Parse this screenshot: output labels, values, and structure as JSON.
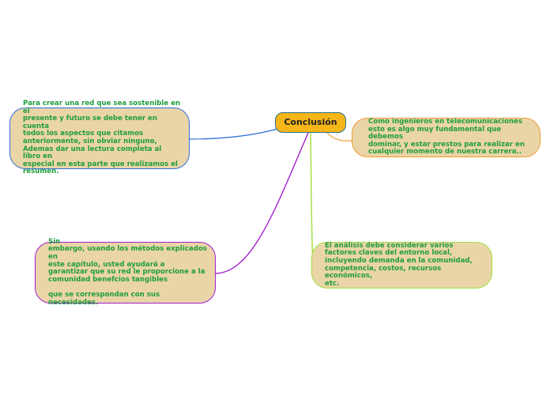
{
  "central": {
    "label": "Conclusión",
    "fill": "#f5b618",
    "border": "#2c6e8f"
  },
  "branches": [
    {
      "id": "left",
      "color": "#2f6fd8",
      "text": "Para crear una red que sea sostenible en el\npresente y futuro se debe tener en cuenta\ntodos los aspectos que citamos\nanteriormente, sin obviar ninguno,\nAdemas dar una lectura completa al libro en\nespecial en esta parte que realizamos el\nresumen."
    },
    {
      "id": "right",
      "color": "#f29a32",
      "text": "Como ingenieros en telecomunicaciones\nesto es algo muy fundamental que debemos\ndominar, y estar prestos para realizar en\ncualquier momento de nuestra carrera.."
    },
    {
      "id": "bottom-left",
      "color": "#a21fcf",
      "text": "Sin\nembargo, usando los métodos explicados en\neste capítulo, usted ayudará a\ngarantizar que su red le proporcione a la\ncomunidad benefcios tangibles\n\nque se correspondan con sus necesidades."
    },
    {
      "id": "bottom-right",
      "color": "#9fe03a",
      "text": "El análisis debe considerar varios\nfactores claves del entorno local,\nincluyendo demanda en la comunidad,\ncompetencia, costos, recursos económicos,\netc."
    }
  ],
  "colors": {
    "node_fill": "#ead5a8",
    "node_text": "#1f9e3b"
  }
}
